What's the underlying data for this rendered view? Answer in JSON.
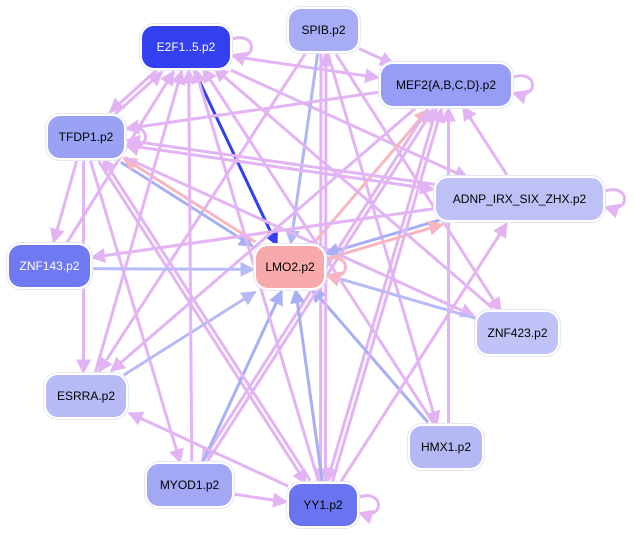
{
  "nodes": [
    {
      "id": "e2f1",
      "label": "E2F1..5.p2",
      "fill": "#3340f0",
      "text": "#ffffff"
    },
    {
      "id": "spib",
      "label": "SPIB.p2",
      "fill": "#a6acf5",
      "text": "#000000"
    },
    {
      "id": "mef2",
      "label": "MEF2{A,B,C,D}.p2",
      "fill": "#959df5",
      "text": "#000000"
    },
    {
      "id": "tfdp1",
      "label": "TFDP1.p2",
      "fill": "#9aa2f3",
      "text": "#000000"
    },
    {
      "id": "adnp",
      "label": "ADNP_IRX_SIX_ZHX.p2",
      "fill": "#bdc1f6",
      "text": "#000000"
    },
    {
      "id": "zfn143",
      "label": "ZNF143.p2",
      "fill": "#6f79f2",
      "text": "#ffffff"
    },
    {
      "id": "lmo2",
      "label": "LMO2.p2",
      "fill": "#f7a9ab",
      "text": "#000000"
    },
    {
      "id": "znf423",
      "label": "ZNF423.p2",
      "fill": "#bfc3f7",
      "text": "#000000"
    },
    {
      "id": "esrra",
      "label": "ESRRA.p2",
      "fill": "#b6bbf6",
      "text": "#000000"
    },
    {
      "id": "hmx1",
      "label": "HMX1.p2",
      "fill": "#b4b9f5",
      "text": "#000000"
    },
    {
      "id": "myod1",
      "label": "MYOD1.p2",
      "fill": "#a2a8f4",
      "text": "#000000"
    },
    {
      "id": "yy1",
      "label": "YY1.p2",
      "fill": "#6b74f0",
      "text": "#000000"
    }
  ],
  "edges": [
    {
      "from": "e2f1",
      "to": "lmo2",
      "color": "#3340ee"
    },
    {
      "from": "tfdp1",
      "to": "e2f1",
      "color": "#e3b4f4"
    },
    {
      "from": "e2f1",
      "to": "tfdp1",
      "color": "#e3b4f4"
    },
    {
      "from": "e2f1",
      "to": "mef2",
      "color": "#e3b4f4"
    },
    {
      "from": "e2f1",
      "to": "adnp",
      "color": "#e3b4f4"
    },
    {
      "from": "spib",
      "to": "mef2",
      "color": "#e3b4f4"
    },
    {
      "from": "spib",
      "to": "lmo2",
      "color": "#b0b6f4"
    },
    {
      "from": "spib",
      "to": "esrra",
      "color": "#e3b4f4"
    },
    {
      "from": "spib",
      "to": "hmx1",
      "color": "#e3b4f4"
    },
    {
      "from": "spib",
      "to": "znf423",
      "color": "#e3b4f4"
    },
    {
      "from": "spib",
      "to": "yy1",
      "color": "#e3b4f4"
    },
    {
      "from": "mef2",
      "to": "tfdp1",
      "color": "#e3b4f4"
    },
    {
      "from": "lmo2",
      "to": "mef2",
      "color": "#f7b6c0"
    },
    {
      "from": "mef2",
      "to": "myod1",
      "color": "#e3b4f4"
    },
    {
      "from": "mef2",
      "to": "yy1",
      "color": "#e3b4f4"
    },
    {
      "from": "mef2",
      "to": "esrra",
      "color": "#e3b4f4"
    },
    {
      "from": "adnp",
      "to": "mef2",
      "color": "#e3b4f4"
    },
    {
      "from": "tfdp1",
      "to": "lmo2",
      "color": "#a8b0f3"
    },
    {
      "from": "lmo2",
      "to": "tfdp1",
      "color": "#f7b6c0"
    },
    {
      "from": "tfdp1",
      "to": "adnp",
      "color": "#e3b4f4"
    },
    {
      "from": "tfdp1",
      "to": "znf423",
      "color": "#e3b4f4"
    },
    {
      "from": "tfdp1",
      "to": "esrra",
      "color": "#e3b4f4"
    },
    {
      "from": "tfdp1",
      "to": "myod1",
      "color": "#e3b4f4"
    },
    {
      "from": "tfdp1",
      "to": "yy1",
      "color": "#e3b4f4"
    },
    {
      "from": "tfdp1",
      "to": "zfn143",
      "color": "#e3b4f4"
    },
    {
      "from": "adnp",
      "to": "lmo2",
      "color": "#a8b0f3"
    },
    {
      "from": "lmo2",
      "to": "adnp",
      "color": "#f7b6c0"
    },
    {
      "from": "adnp",
      "to": "zfn143",
      "color": "#e3b4f4"
    },
    {
      "from": "adnp",
      "to": "tfdp1",
      "color": "#e3b4f4"
    },
    {
      "from": "zfn143",
      "to": "lmo2",
      "color": "#b7bbf5"
    },
    {
      "from": "zfn143",
      "to": "e2f1",
      "color": "#e3b4f4"
    },
    {
      "from": "znf423",
      "to": "lmo2",
      "color": "#b7bbf5"
    },
    {
      "from": "znf423",
      "to": "e2f1",
      "color": "#e3b4f4"
    },
    {
      "from": "esrra",
      "to": "lmo2",
      "color": "#b7bbf5"
    },
    {
      "from": "esrra",
      "to": "e2f1",
      "color": "#e3b4f4"
    },
    {
      "from": "hmx1",
      "to": "lmo2",
      "color": "#a8b0f3"
    },
    {
      "from": "hmx1",
      "to": "mef2",
      "color": "#e3b4f4"
    },
    {
      "from": "hmx1",
      "to": "e2f1",
      "color": "#e3b4f4"
    },
    {
      "from": "myod1",
      "to": "lmo2",
      "color": "#a8b0f3"
    },
    {
      "from": "myod1",
      "to": "yy1",
      "color": "#e3b4f4"
    },
    {
      "from": "myod1",
      "to": "mef2",
      "color": "#e3b4f4"
    },
    {
      "from": "myod1",
      "to": "e2f1",
      "color": "#e3b4f4"
    },
    {
      "from": "yy1",
      "to": "lmo2",
      "color": "#a8b0f3"
    },
    {
      "from": "yy1",
      "to": "esrra",
      "color": "#e3b4f4"
    },
    {
      "from": "yy1",
      "to": "mef2",
      "color": "#e3b4f4"
    },
    {
      "from": "yy1",
      "to": "e2f1",
      "color": "#e3b4f4"
    },
    {
      "from": "yy1",
      "to": "adnp",
      "color": "#e3b4f4"
    },
    {
      "from": "yy1",
      "to": "tfdp1",
      "color": "#e3b4f4"
    },
    {
      "from": "yy1",
      "to": "spib",
      "color": "#e3b4f4"
    }
  ],
  "self_loops": [
    {
      "node": "e2f1",
      "color": "#e3b4f4"
    },
    {
      "node": "mef2",
      "color": "#e3b4f4"
    },
    {
      "node": "tfdp1",
      "color": "#e3b4f4"
    },
    {
      "node": "adnp",
      "color": "#e3b4f4"
    },
    {
      "node": "lmo2",
      "color": "#f7b6c0"
    },
    {
      "node": "yy1",
      "color": "#e3b4f4"
    }
  ]
}
